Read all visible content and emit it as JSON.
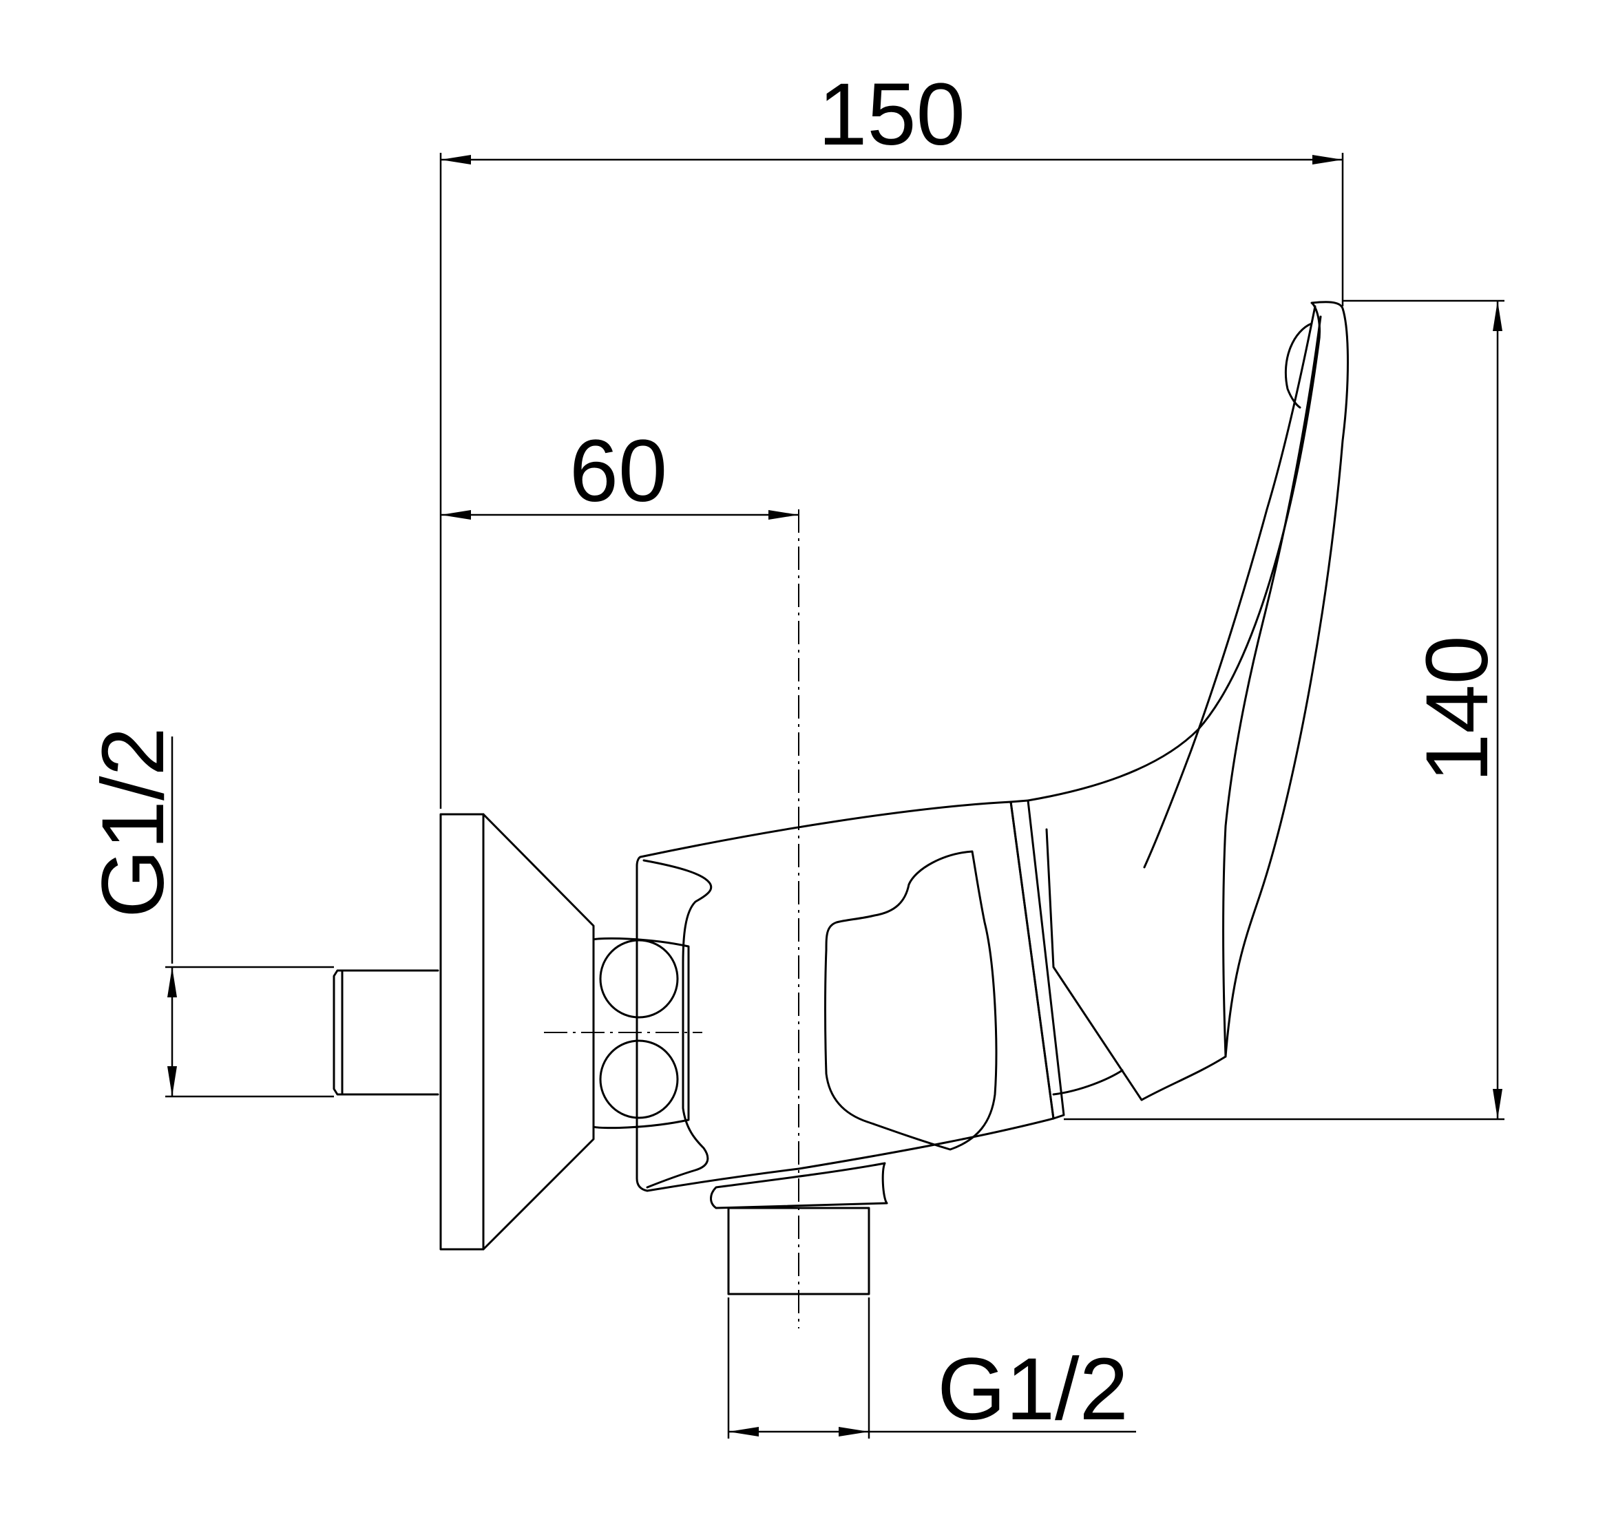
{
  "dimensions": {
    "overall_length": "150",
    "centerline_offset": "60",
    "height": "140",
    "side_thread": "G1/2",
    "bottom_thread": "G1/2"
  },
  "colors": {
    "stroke": "#000000",
    "background": "#ffffff"
  }
}
